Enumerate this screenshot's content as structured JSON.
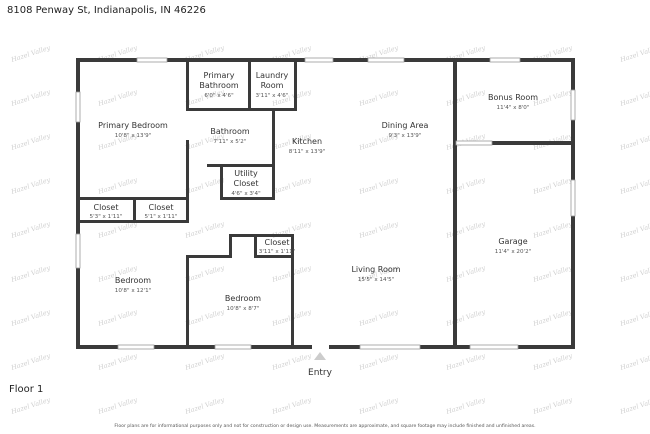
{
  "header": {
    "address": "8108 Penway St, Indianapolis, IN 46226"
  },
  "floor_label": "Floor 1",
  "entry_label": "Entry",
  "watermark": "Hazel Valley",
  "disclaimer": "Floor plans are for informational purposes only and not for construction or design use. Measurements are approximate, and square footage may include finished and unfinished areas.",
  "rooms": {
    "primary_bedroom": {
      "name": "Primary Bedroom",
      "dims": "10'8\" x 13'9\""
    },
    "primary_bathroom": {
      "name1": "Primary",
      "name2": "Bathroom",
      "dims": "6'0\" x 4'6\""
    },
    "laundry_room": {
      "name1": "Laundry",
      "name2": "Room",
      "dims": "3'11\" x 4'6\""
    },
    "bathroom": {
      "name": "Bathroom",
      "dims": "7'11\" x 5'2\""
    },
    "kitchen": {
      "name": "Kitchen",
      "dims": "8'11\" x 13'9\""
    },
    "dining_area": {
      "name": "Dining Area",
      "dims": "9'3\" x 13'9\""
    },
    "bonus_room": {
      "name": "Bonus Room",
      "dims": "11'4\" x 8'0\""
    },
    "utility_closet": {
      "name1": "Utility",
      "name2": "Closet",
      "dims": "4'6\" x 3'4\""
    },
    "closet_1": {
      "name": "Closet",
      "dims": "5'3\" x 1'11\""
    },
    "closet_2": {
      "name": "Closet",
      "dims": "5'1\" x 1'11\""
    },
    "closet_3": {
      "name": "Closet",
      "dims": "3'11\" x 1'11\""
    },
    "garage": {
      "name": "Garage",
      "dims": "11'4\" x 20'2\""
    },
    "bedroom_1": {
      "name": "Bedroom",
      "dims": "10'8\" x 12'1\""
    },
    "bedroom_2": {
      "name": "Bedroom",
      "dims": "10'8\" x 8'7\""
    },
    "living_room": {
      "name": "Living Room",
      "dims": "15'5\" x 14'5\""
    }
  },
  "colors": {
    "wall": "#3a3a3a",
    "window": "#9a9a9a",
    "text": "#333333",
    "watermark": "#d0d0d0"
  }
}
